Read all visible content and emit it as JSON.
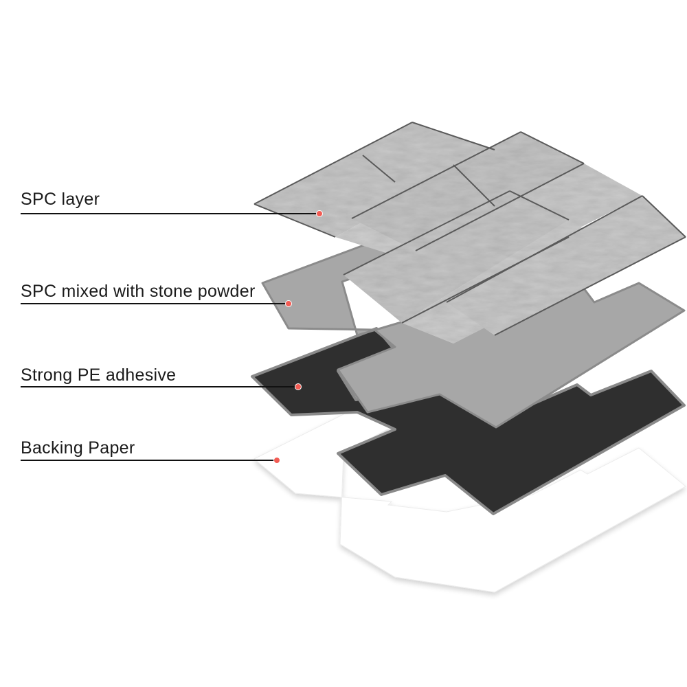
{
  "layers": [
    {
      "id": "spc",
      "label": "SPC layer",
      "fill": "#c9c9c9"
    },
    {
      "id": "stone",
      "label": "SPC mixed with stone powder",
      "fill": "#a9a9a9"
    },
    {
      "id": "adhesive",
      "label": "Strong PE adhesive",
      "fill": "#2e2e2e"
    },
    {
      "id": "backing",
      "label": "Backing Paper",
      "fill": "#ffffff"
    }
  ],
  "colors": {
    "leader_line": "#111111",
    "pointer_dot": "#f25c54",
    "tile_edge": "#555555"
  }
}
